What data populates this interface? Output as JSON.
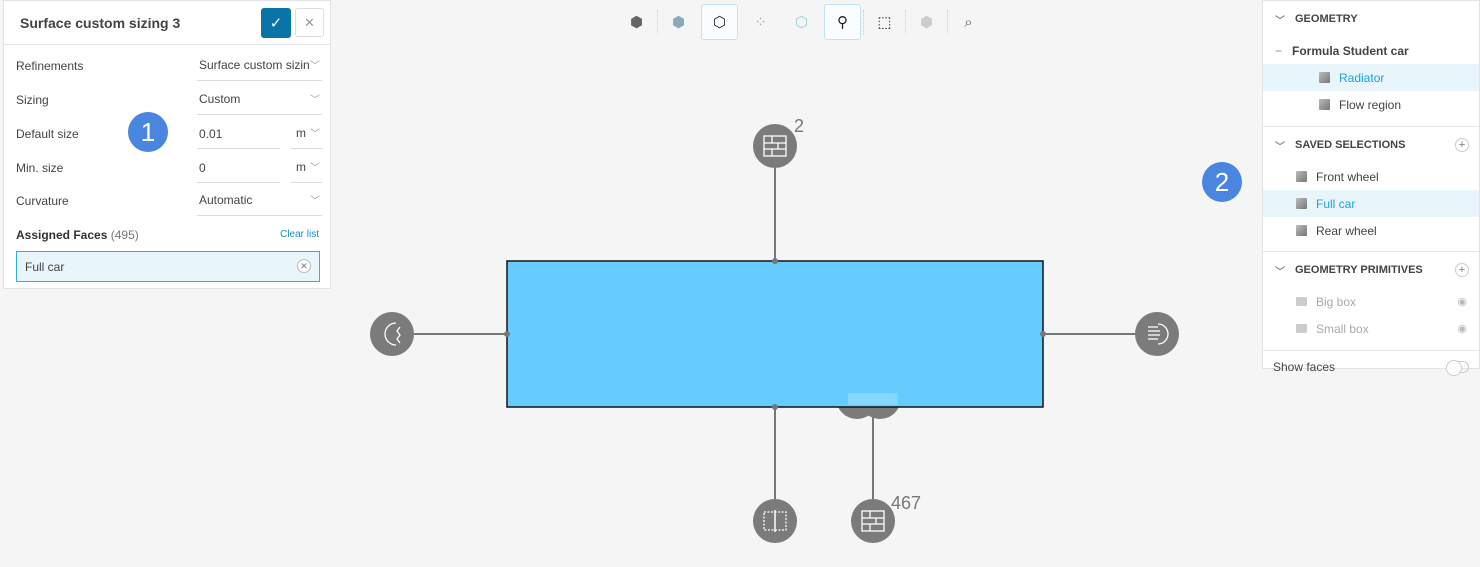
{
  "panel": {
    "title": "Surface custom sizing 3",
    "fields": [
      {
        "label": "Refinements",
        "value": "Surface custom sizin"
      },
      {
        "label": "Sizing",
        "value": "Custom"
      },
      {
        "label": "Default size",
        "value": "0.01",
        "unit": "m"
      },
      {
        "label": "Min. size",
        "value": "0",
        "unit": "m"
      },
      {
        "label": "Curvature",
        "value": "Automatic"
      }
    ],
    "assigned_label": "Assigned Faces",
    "assigned_count": "(495)",
    "clear_label": "Clear list",
    "assigned_item": "Full car"
  },
  "badges": [
    "1",
    "2"
  ],
  "tree": {
    "geometry": {
      "title": "GEOMETRY",
      "root": "Formula Student car",
      "items": [
        "Radiator",
        "Flow region"
      ]
    },
    "saved": {
      "title": "SAVED SELECTIONS",
      "items": [
        "Front wheel",
        "Full car",
        "Rear wheel"
      ]
    },
    "primitives": {
      "title": "GEOMETRY PRIMITIVES",
      "items": [
        "Big box",
        "Small box"
      ]
    },
    "show_faces": "Show faces"
  },
  "viewport": {
    "top_count": "2",
    "bottom_count": "467",
    "box_color": "#66ccff"
  }
}
